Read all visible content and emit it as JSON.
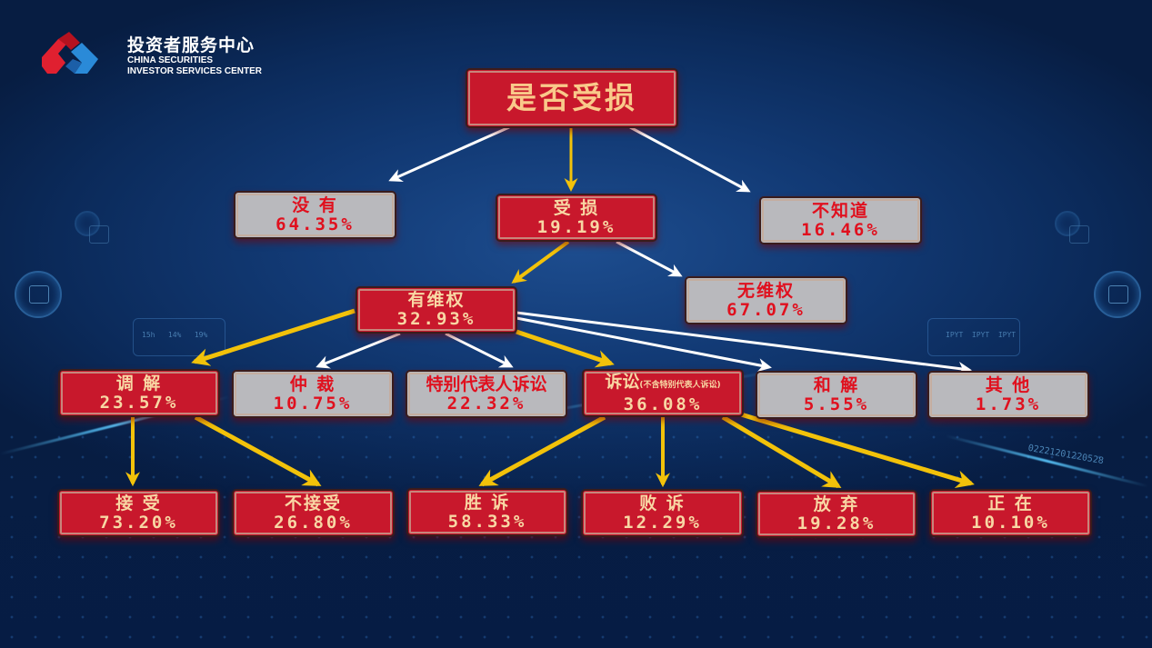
{
  "brand": {
    "name_cn": "投资者服务中心",
    "name_en_line1": "CHINA SECURITIES",
    "name_en_line2": "INVESTOR SERVICES CENTER",
    "logo_icon": "csisc-logo-icon",
    "colors": {
      "logo_red": "#e02030",
      "logo_blue": "#2a8ad8"
    }
  },
  "colors": {
    "background": "#0b2a5a",
    "node_red": "#c8182c",
    "node_red_text": "#f8d7a4",
    "node_grey": "#b9b9bd",
    "node_grey_text": "#e0101e",
    "arrow_yellow": "#f2c20a",
    "arrow_white": "#ffffff"
  },
  "tree": {
    "root": {
      "label": "是否受损",
      "style": "red"
    },
    "level1": [
      {
        "label": "没 有",
        "pct": "64.35%",
        "style": "grey"
      },
      {
        "label": "受 损",
        "pct": "19.19%",
        "style": "red"
      },
      {
        "label": "不知道",
        "pct": "16.46%",
        "style": "grey"
      }
    ],
    "level2": [
      {
        "label": "有维权",
        "pct": "32.93%",
        "style": "red"
      },
      {
        "label": "无维权",
        "pct": "67.07%",
        "style": "grey"
      }
    ],
    "level3": [
      {
        "label": "调 解",
        "pct": "23.57%",
        "style": "red"
      },
      {
        "label": "仲 裁",
        "pct": "10.75%",
        "style": "grey"
      },
      {
        "label": "特别代表人诉讼",
        "pct": "22.32%",
        "style": "grey"
      },
      {
        "label": "诉讼",
        "note": "(不含特别代表人诉讼)",
        "pct": "36.08%",
        "style": "red"
      },
      {
        "label": "和 解",
        "pct": "5.55%",
        "style": "grey"
      },
      {
        "label": "其 他",
        "pct": "1.73%",
        "style": "grey"
      }
    ],
    "level4": [
      {
        "label": "接 受",
        "pct": "73.20%",
        "parent": "调 解",
        "style": "red"
      },
      {
        "label": "不接受",
        "pct": "26.80%",
        "parent": "调 解",
        "style": "red"
      },
      {
        "label": "胜 诉",
        "pct": "58.33%",
        "parent": "诉讼",
        "style": "red"
      },
      {
        "label": "败 诉",
        "pct": "12.29%",
        "parent": "诉讼",
        "style": "red"
      },
      {
        "label": "放 弃",
        "pct": "19.28%",
        "parent": "诉讼",
        "style": "red"
      },
      {
        "label": "正 在",
        "pct": "10.10%",
        "parent": "诉讼",
        "style": "red"
      }
    ]
  },
  "background_hud": {
    "panel_left_values": [
      "15h",
      "14%",
      "19%"
    ],
    "panel_right_values": [
      "IPYT",
      "IPYT",
      "IPYT"
    ],
    "digits_streak": "02221201220528"
  }
}
